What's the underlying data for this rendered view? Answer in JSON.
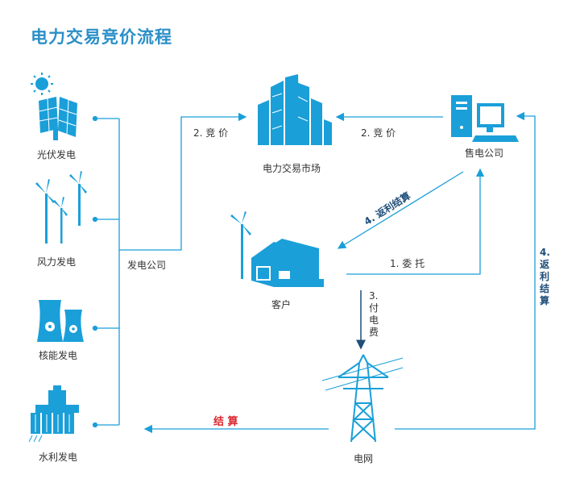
{
  "title": "电力交易竞价流程",
  "colors": {
    "primary": "#1a9fd9",
    "dark": "#1f4e79",
    "accent_red": "#d9272e"
  },
  "icons": [
    "solar-panel-icon",
    "wind-turbine-icon",
    "nuclear-plant-icon",
    "hydro-plant-icon",
    "building-icon",
    "computer-icon",
    "house-icon",
    "power-tower-icon"
  ],
  "nodes": {
    "solar": "光伏发电",
    "wind": "风力发电",
    "nuclear": "核能发电",
    "hydro": "水利发电",
    "market": "电力交易市场",
    "retailer": "售电公司",
    "customer": "客户",
    "grid": "电网",
    "generator": "发电公司"
  },
  "edges": {
    "bid_gen": "2. 竞 价",
    "bid_retail": "2. 竞 价",
    "rebate_customer": "4. 返利结算",
    "entrust": "1. 委 托",
    "pay_fee": "3. 付电费",
    "rebate_retailer": "4. 返利结算",
    "settlement": "结 算"
  }
}
